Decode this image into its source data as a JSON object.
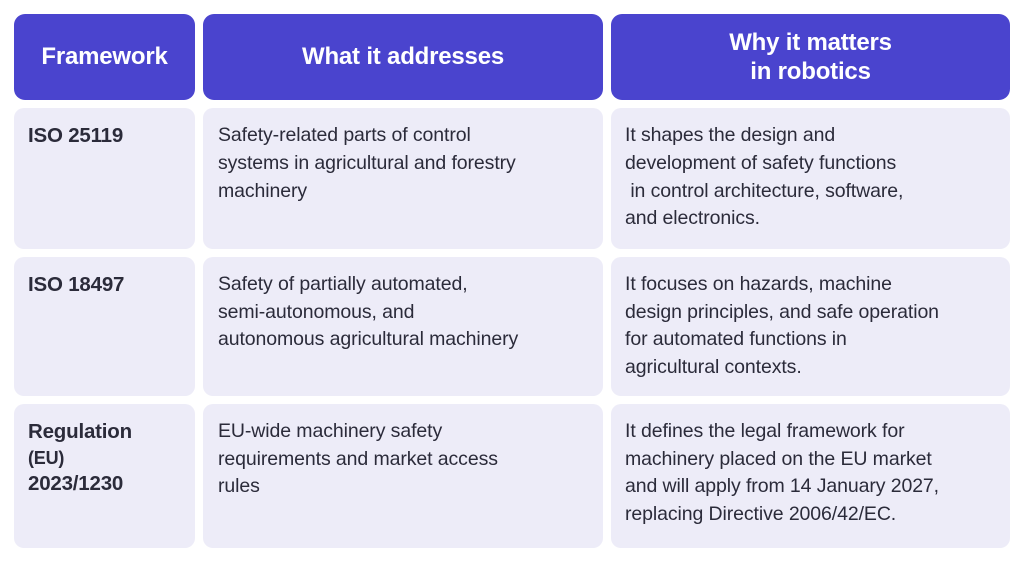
{
  "colors": {
    "header_bg": "#4A44CE",
    "header_text": "#FFFFFF",
    "cell_bg": "#EDECF8",
    "cell_text": "#2B2B3A",
    "page_bg": "#FFFFFF"
  },
  "table": {
    "headers": [
      {
        "label": "Framework",
        "lines": [
          "Framework"
        ]
      },
      {
        "label": "What it addresses",
        "lines": [
          "What it addresses"
        ]
      },
      {
        "label": "Why it matters in robotics",
        "lines": [
          "Why it matters",
          "in robotics"
        ]
      }
    ],
    "rows": [
      {
        "framework": {
          "text": "ISO 25119",
          "lines": [
            {
              "text": "ISO 25119",
              "small": false
            }
          ]
        },
        "addresses": {
          "text": "Safety-related parts of control systems in agricultural and forestry machinery",
          "lines": [
            "Safety-related parts of control",
            "systems in agricultural and forestry",
            "machinery"
          ]
        },
        "matters": {
          "text": "It shapes the design and development of safety functions in control architecture, software, and electronics.",
          "lines": [
            "It shapes the design and",
            "development of safety functions",
            " in control architecture, software,",
            "and electronics."
          ]
        }
      },
      {
        "framework": {
          "text": "ISO 18497",
          "lines": [
            {
              "text": "ISO 18497",
              "small": false
            }
          ]
        },
        "addresses": {
          "text": "Safety of partially automated, semi-autonomous, and autonomous agricultural machinery",
          "lines": [
            "Safety of partially automated,",
            "semi-autonomous, and",
            "autonomous agricultural machinery"
          ]
        },
        "matters": {
          "text": "It focuses on hazards, machine design principles, and safe operation for automated functions in agricultural contexts.",
          "lines": [
            "It focuses on hazards, machine",
            "design principles, and safe operation",
            "for automated functions in",
            "agricultural contexts."
          ]
        }
      },
      {
        "framework": {
          "text": "Regulation (EU) 2023/1230",
          "lines": [
            {
              "text": "Regulation",
              "small": false
            },
            {
              "text": "(EU)",
              "small": true
            },
            {
              "text": "2023/1230",
              "small": false
            }
          ]
        },
        "addresses": {
          "text": "EU-wide machinery safety requirements and market access rules",
          "lines": [
            "EU-wide machinery safety",
            "requirements and market access",
            "rules"
          ]
        },
        "matters": {
          "text": "It defines the legal framework for machinery placed on the EU market and will apply from 14 January 2027, replacing Directive 2006/42/EC.",
          "lines": [
            "It defines the legal framework for",
            "machinery placed on the EU market",
            "and will apply from 14 January 2027,",
            "replacing Directive 2006/42/EC."
          ]
        }
      }
    ]
  }
}
